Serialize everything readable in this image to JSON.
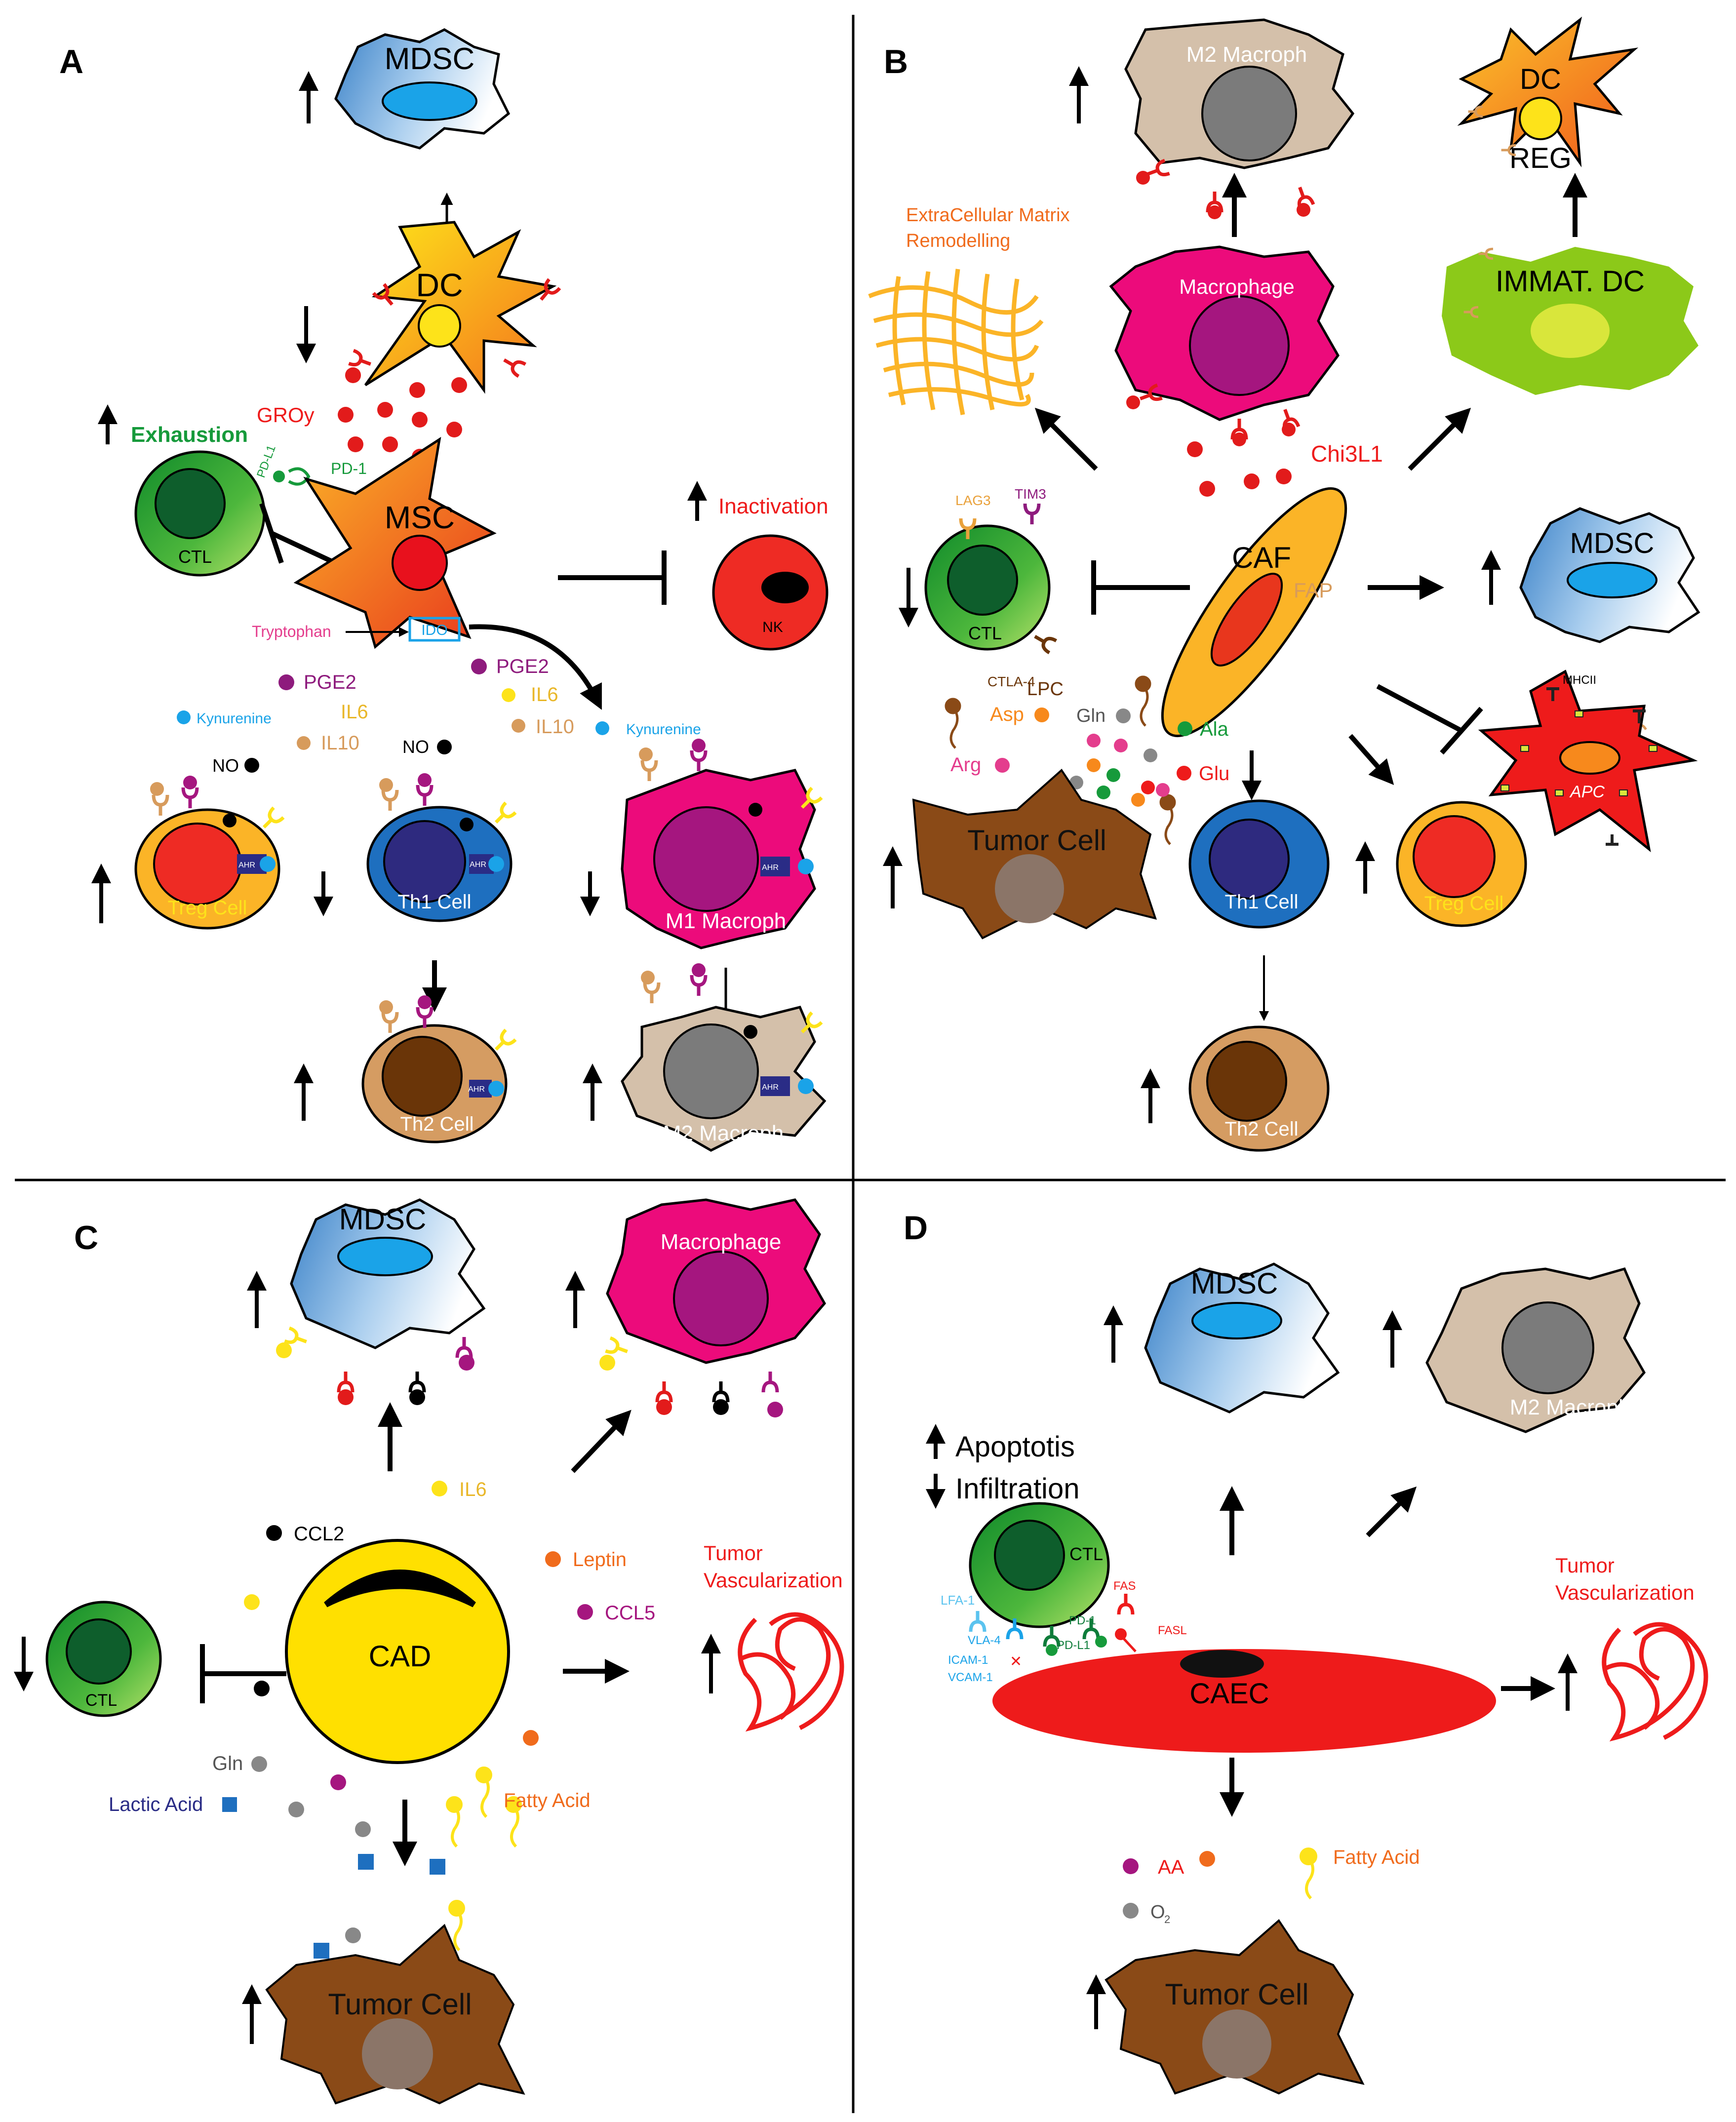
{
  "panels": {
    "a": "A",
    "b": "B",
    "c": "C",
    "d": "D"
  },
  "a": {
    "mdsc": "MDSC",
    "dc": "DC",
    "groy": "GROy",
    "exhaustion": "Exhaustion",
    "pdl1": "PD-L1",
    "pd1": "PD-1",
    "ctl": "CTL",
    "msc": "MSC",
    "inactivation": "Inactivation",
    "nk": "NK",
    "tryptophan": "Tryptophan",
    "ido": "IDO",
    "pge2_left": "PGE2",
    "pge2_right": "PGE2",
    "kynurenine_left": "Kynurenine",
    "kynurenine_right": "Kynurenine",
    "il6_left": "IL6",
    "il6_right": "IL6",
    "il10_left": "IL10",
    "il10_right": "IL10",
    "no_left": "NO",
    "no_right": "NO",
    "treg": "Treg Cell",
    "th1": "Th1 Cell",
    "m1": "M1 Macroph",
    "th2": "Th2 Cell",
    "m2": "M2 Macroph",
    "ahr1": "AHR",
    "ahr2": "AHR",
    "ahr3": "AHR",
    "ahr4": "AHR",
    "ahr5": "AHR"
  },
  "b": {
    "m2": "M2 Macroph",
    "dcreg_line1": "DC",
    "dcreg_line2": "REG",
    "ecm_line1": "ExtraCellular Matrix",
    "ecm_line2": "Remodelling",
    "macrophage": "Macrophage",
    "immat_dc": "IMMAT. DC",
    "chi3l1": "Chi3L1",
    "lag3": "LAG3",
    "tim3": "TIM3",
    "ctl": "CTL",
    "ctla4": "CTLA-4",
    "caf": "CAF",
    "fap": "FAP",
    "mdsc": "MDSC",
    "mhcii": "MHCII",
    "apc": "APC",
    "lpc": "LPC",
    "gln": "Gln",
    "asp": "Asp",
    "arg": "Arg",
    "ala": "Ala",
    "glu": "Glu",
    "tumor": "Tumor Cell",
    "th1": "Th1 Cell",
    "treg": "Treg Cell",
    "th2": "Th2 Cell"
  },
  "c": {
    "mdsc": "MDSC",
    "macrophage": "Macrophage",
    "il6": "IL6",
    "ccl2": "CCL2",
    "leptin": "Leptin",
    "ccl5": "CCL5",
    "tv_line1": "Tumor",
    "tv_line2": "Vascularization",
    "ctl": "CTL",
    "cad": "CAD",
    "gln": "Gln",
    "lactic": "Lactic Acid",
    "fatty": "Fatty Acid",
    "tumor": "Tumor Cell"
  },
  "d": {
    "mdsc": "MDSC",
    "m2": "M2 Macroph",
    "apoptosis": "Apoptotis",
    "infiltration": "Infiltration",
    "ctl": "CTL",
    "lfa1": "LFA-1",
    "vla4": "VLA-4",
    "pd1": "PD-1",
    "pdl1": "PD-L1",
    "fas": "FAS",
    "fasl": "FASL",
    "icam1": "ICAM-1",
    "vcam1": "VCAM-1",
    "caec": "CAEC",
    "tv_line1": "Tumor",
    "tv_line2": "Vascularization",
    "aa": "AA",
    "o2": "O",
    "o2_sub": "2",
    "fatty": "Fatty Acid",
    "tumor": "Tumor Cell"
  },
  "colors": {
    "mdsc_light": "#ffffff",
    "mdsc_dark": "#3b82c8",
    "dc_yellow": "#fde31a",
    "dc_orange": "#f4731d",
    "ctl_light": "#a4d95a",
    "ctl_dark": "#0f8a2a",
    "ctl_nucleus": "#0e5e2c",
    "msc_red": "#e8361d",
    "nk": "#ee2b24",
    "magenta": "#ec0b7b",
    "purple": "#8e1b7d",
    "th1_blue": "#1e6fbf",
    "th1_nucleus": "#2e2a7f",
    "treg_orange": "#fbb427",
    "th2_tan": "#d59c62",
    "th2_nucleus": "#6a3508",
    "m2_beige": "#d4c0aa",
    "gray_nucleus": "#7b7b7b",
    "caf": "#fbb427",
    "green": "#8cc919",
    "tumor_brown": "#8a4a17",
    "cad_yellow": "#ffe000",
    "caec_red": "#ee1b1b",
    "red_label": "#ee1b1b",
    "green_label": "#169a3b",
    "cyan": "#1aa3e8",
    "pink": "#e43d8d",
    "tan_label": "#d79b5c",
    "orange_label": "#f06b1c",
    "navy": "#2a2c86",
    "light_cyan": "#5bc3ef"
  }
}
